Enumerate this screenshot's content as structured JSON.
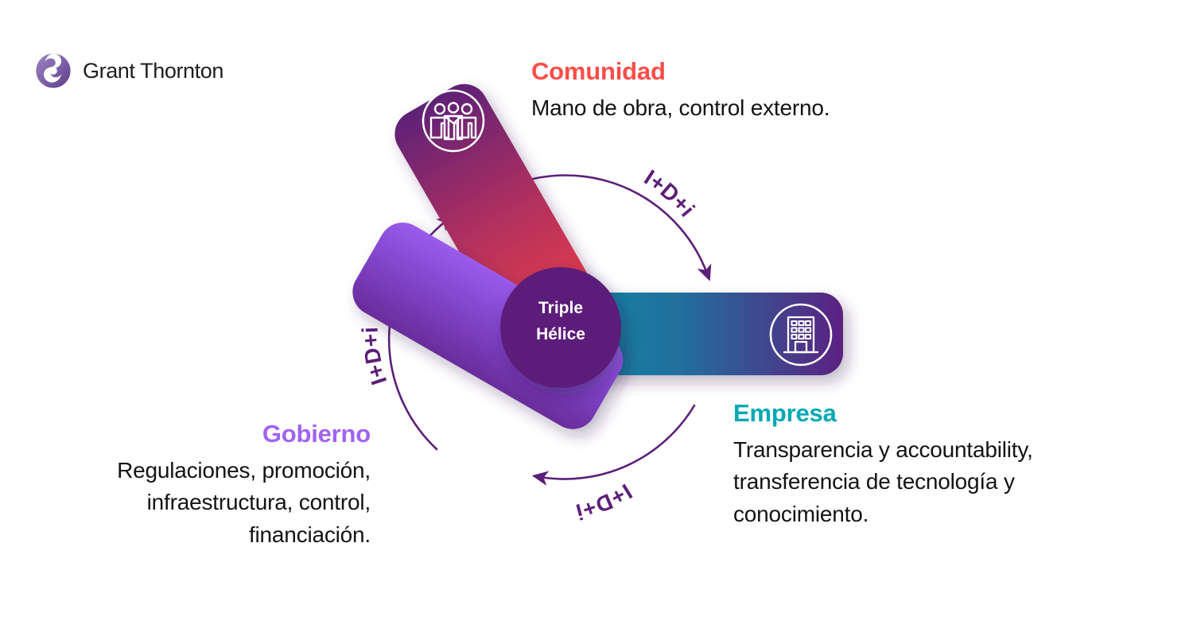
{
  "brand": {
    "logo_icon": "grant-thornton-swirl-icon",
    "logo_text": "Grant Thornton",
    "logo_color": "#7B5EA7"
  },
  "center": {
    "line1": "Triple",
    "line2": "Hélice",
    "color": "#5C1F79"
  },
  "arcs": [
    {
      "id": "arc-top-right",
      "label": "I+D+i",
      "color": "#5C1F79",
      "direction": "clockwise"
    },
    {
      "id": "arc-bottom",
      "label": "I+D+i",
      "color": "#5C1F79",
      "direction": "clockwise"
    },
    {
      "id": "arc-left",
      "label": "I+D+i",
      "color": "#5C1F79",
      "direction": "clockwise"
    }
  ],
  "blades": [
    {
      "id": "blade-comunidad",
      "icon": "group-of-people-icon",
      "gradient_from": "#5E2277",
      "gradient_to": "#EF4044"
    },
    {
      "id": "blade-empresa",
      "icon": "office-building-icon",
      "gradient_from": "#0E88A3",
      "gradient_to": "#5C2181"
    },
    {
      "id": "blade-gobierno",
      "icon": "government-capitol-icon",
      "gradient_from": "#9A5BEC",
      "gradient_to": "#6A2C9B"
    }
  ],
  "sections": {
    "comunidad": {
      "title": "Comunidad",
      "title_color": "#FB4D48",
      "body": "Mano de obra, control externo."
    },
    "empresa": {
      "title": "Empresa",
      "title_color": "#00A8B5",
      "body_line1": "Transparencia y accountability,",
      "body_line2": "transferencia de tecnología y",
      "body_line3": "conocimiento."
    },
    "gobierno": {
      "title": "Gobierno",
      "title_color": "#A063F2",
      "body_line1": "Regulaciones, promoción,",
      "body_line2": "infraestructura, control,",
      "body_line3": "financiación."
    }
  }
}
